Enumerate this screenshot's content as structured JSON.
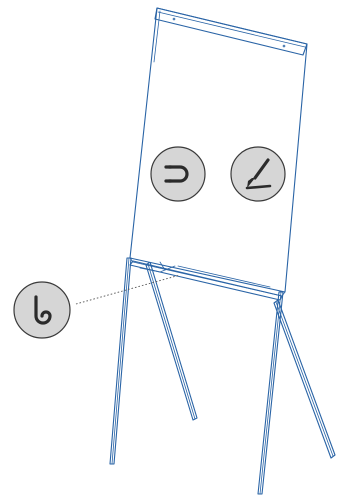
{
  "diagram": {
    "subject": "flipchart-easel",
    "callouts": [
      {
        "id": "magnet",
        "icon": "magnet-icon"
      },
      {
        "id": "pen",
        "icon": "pen-icon"
      },
      {
        "id": "hook",
        "icon": "hook-icon"
      }
    ],
    "colors": {
      "outline": "#2a64a6",
      "badge_fill": "#d6d6d6",
      "badge_stroke": "#3a3a3a",
      "glyph": "#2b2b2b"
    }
  }
}
